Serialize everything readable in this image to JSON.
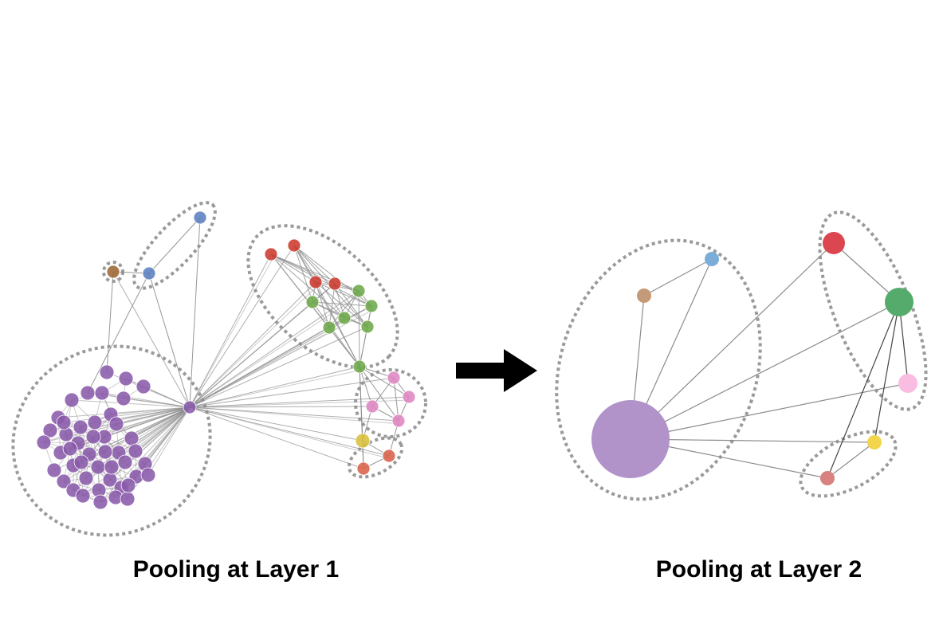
{
  "captions": {
    "layer1": "Pooling at Layer 1",
    "layer2": "Pooling at Layer 2"
  },
  "colors": {
    "purple": "#8a5aab",
    "brown": "#9b6634",
    "blue": "#5b7fc0",
    "red": "#cc3a2e",
    "green": "#6ea84a",
    "pink": "#df86c2",
    "yellow": "#d9c03a",
    "orange": "#d9604a",
    "edge": "#8c8c8c",
    "cluster_outline": "#9a9a9a",
    "arrow": "#000000",
    "l2_purple": "#b193c9",
    "l2_brown": "#c49a78",
    "l2_blue": "#7aaed8",
    "l2_red": "#dc4650",
    "l2_green": "#55ab6b",
    "l2_pink": "#f9bde1",
    "l2_yellow": "#f2d54a",
    "l2_coral": "#d98080"
  },
  "graph": {
    "layer1_node_count": 78,
    "layer2_node_count": 8,
    "layer2_cluster_count": 3
  }
}
